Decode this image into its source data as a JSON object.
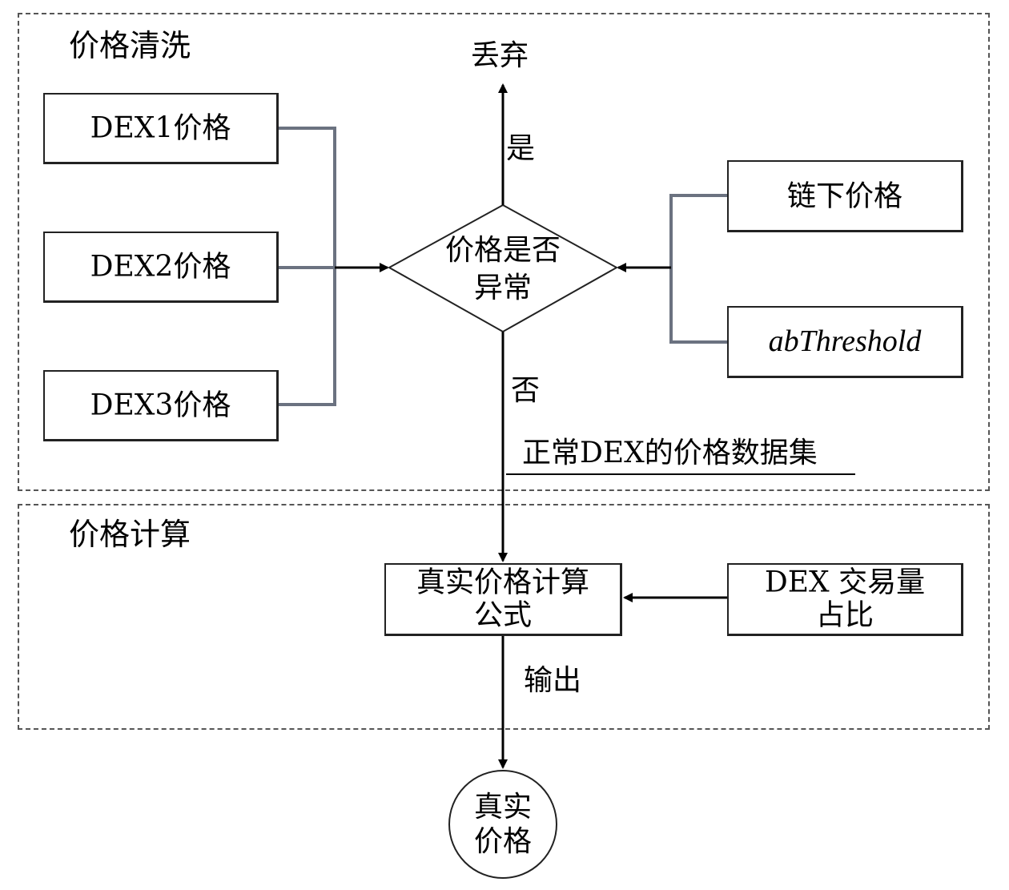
{
  "regions": {
    "cleaning": {
      "title": "价格清洗"
    },
    "calculation": {
      "title": "价格计算"
    }
  },
  "nodes": {
    "dex1": "DEX1价格",
    "dex2": "DEX2价格",
    "dex3": "DEX3价格",
    "offchain": "链下价格",
    "threshold": "abThreshold",
    "decision": "价格是否\n异常",
    "discard": "丢弃",
    "formula": "真实价格计算\n公式",
    "volume_share": "DEX 交易量\n占比",
    "real_price": "真实\n价格"
  },
  "edge_labels": {
    "yes": "是",
    "no": "否",
    "normal_dataset": "正常DEX的价格数据集",
    "output": "输出"
  },
  "colors": {
    "connector_gray": "#6b7280",
    "arrow": "#000000",
    "border": "#222222"
  }
}
